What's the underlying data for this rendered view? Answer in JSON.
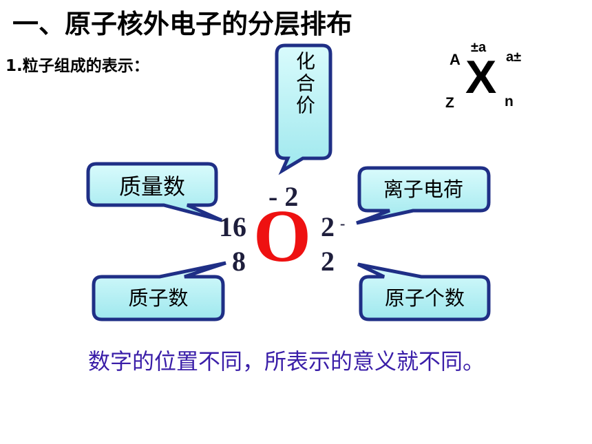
{
  "title": "一、原子核外电子的分层排布",
  "subtitle": "1.粒子组成的表示：",
  "generic_symbol": {
    "element": "X",
    "mass_number": "A",
    "atomic_number": "Z",
    "valence": "±a",
    "charge": "a±",
    "count": "n"
  },
  "callouts": {
    "valence": "化合价",
    "mass_number": "质量数",
    "ion_charge": "离子电荷",
    "proton_number": "质子数",
    "atom_count": "原子个数"
  },
  "example": {
    "element": "O",
    "valence": "- 2",
    "mass_number": "16",
    "atomic_number": "8",
    "charge": "2",
    "charge_sign": "-",
    "count": "2",
    "colors": {
      "element": "#ee1111",
      "numbers": "#1e1e3c"
    }
  },
  "conclusion": "数字的位置不同，所表示的意义就不同。",
  "colors": {
    "callout_fill": "#bff3f6",
    "callout_border": "#1f2f86",
    "conclusion": "#3a1ea8"
  }
}
